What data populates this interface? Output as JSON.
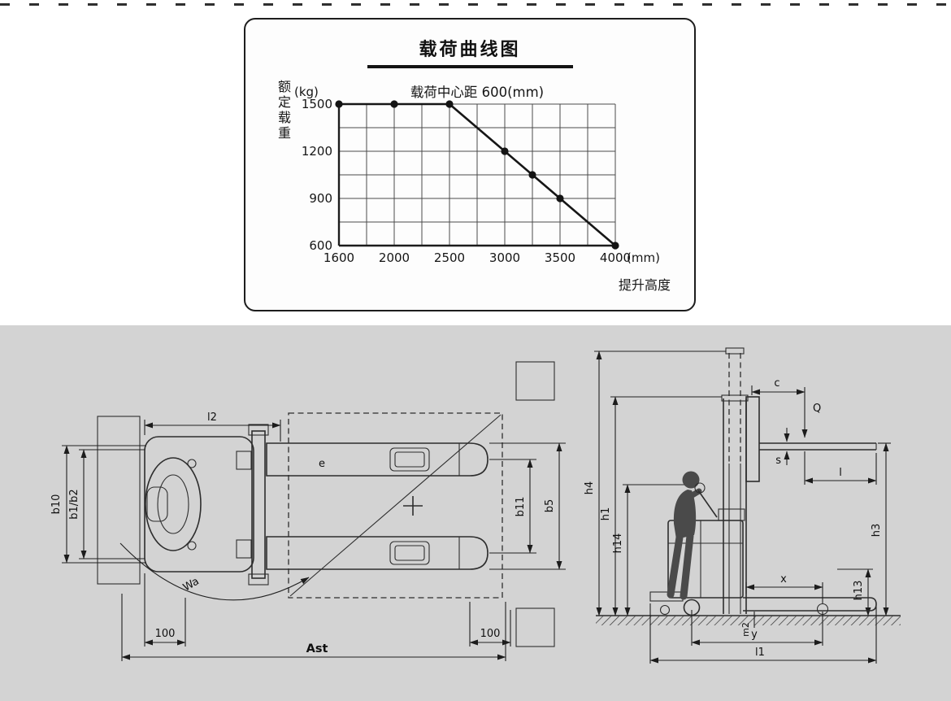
{
  "chart": {
    "title": "载荷曲线图",
    "subtitle": "载荷中心距 600(mm)",
    "y_axis_label": "额定载重",
    "y_unit": "(kg)",
    "x_unit": "(mm)",
    "x_axis_label": "提升高度"
  },
  "chart_data": {
    "type": "line",
    "title": "载荷曲线图",
    "subtitle": "载荷中心距 600(mm)",
    "xlabel": "提升高度 (mm)",
    "ylabel": "额定载重 (kg)",
    "x": [
      1600,
      2000,
      2500,
      3000,
      3250,
      3500,
      4000
    ],
    "y": [
      1500,
      1500,
      1500,
      1200,
      1050,
      900,
      600
    ],
    "x_ticks_values": [
      1600,
      2000,
      2500,
      3000,
      3500,
      4000
    ],
    "x_tick_labels": [
      "1600",
      "2000",
      "2500",
      "3000",
      "3500",
      "4000"
    ],
    "y_ticks_values": [
      1500,
      1200,
      900,
      600
    ],
    "y_tick_labels": [
      "1500",
      "1200",
      "900",
      "600"
    ],
    "xlim": [
      1600,
      4000
    ],
    "ylim": [
      600,
      1500
    ],
    "grid": true,
    "legend": "none",
    "line_color": "#161616"
  },
  "top_view": {
    "labels": {
      "l2": "l2",
      "e": "e",
      "b10": "b10",
      "b1_b2": "b1/b2",
      "b11": "b11",
      "b5": "b5",
      "wa": "Wa",
      "clearance_left": "100",
      "ast": "Ast",
      "clearance_right": "100"
    }
  },
  "side_view": {
    "labels": {
      "c": "c",
      "q": "Q",
      "s": "s",
      "l": "l",
      "h4": "h4",
      "h1": "h1",
      "h14": "h14",
      "h3": "h3",
      "h13": "h13",
      "x": "x",
      "m2": "m2",
      "y": "y",
      "l1": "l1"
    }
  }
}
